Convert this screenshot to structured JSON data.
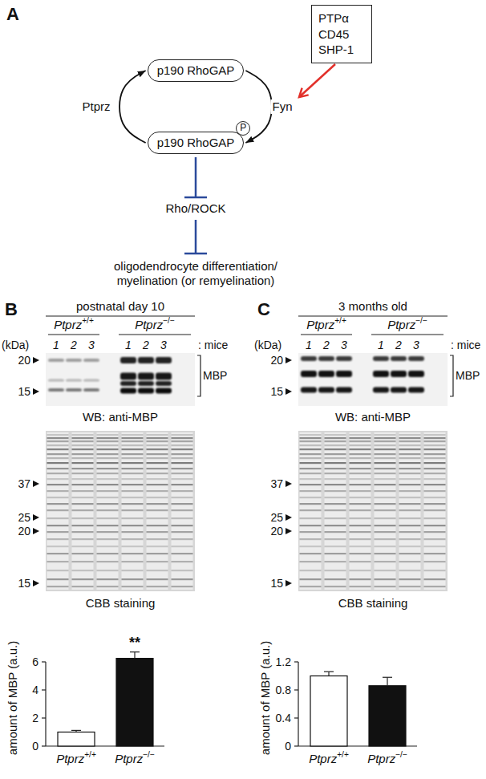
{
  "diagram": {
    "nodes": [
      {
        "text": [
          "PTPα CD45 SHP-1"
        ]
      },
      {
        "text": [
          "p190 RhoGAP"
        ]
      },
      {
        "text": [
          "p190 RhoGAP"
        ]
      },
      {
        "text": [
          "P"
        ],
        "in": 2
      }
    ],
    "edges": [
      {
        "from": 2,
        "to": 1,
        "arrow": "to",
        "label": "Ptprz"
      },
      {
        "from": 1,
        "to": 2,
        "arrow": "to",
        "label": "Fyn"
      }
    ],
    "labels": [
      "A",
      "Rho/ROCK",
      "oligodendrocyte differentiation/ myelination (or remyelination)",
      "B",
      "postnatal day 10",
      "Ptprz+/+",
      "Ptprz−/−",
      "(kDa)",
      "1",
      "2",
      "3",
      "1",
      "2",
      "3",
      ": mice",
      "20",
      "15",
      "MBP",
      "WB: anti-MBP",
      "37",
      "25",
      "20",
      "15",
      "CBB staining",
      "amount of MBP (a.u.)",
      "0",
      "2",
      "4",
      "6",
      "**",
      "Ptprz+/+",
      "Ptprz−/−",
      "C",
      "3 months old",
      "Ptprz+/+",
      "Ptprz−/−",
      "(kDa)",
      "1",
      "2",
      "3",
      "1",
      "2",
      "3",
      ": mice",
      "20",
      "15",
      "MBP",
      "WB: anti-MBP",
      "37",
      "25",
      "20",
      "15",
      "CBB staining",
      "amount of MBP (a.u.)",
      "0",
      "0.4",
      "0.8",
      "1.2",
      "Ptprz+/+",
      "Ptprz−/−"
    ]
  }
}
